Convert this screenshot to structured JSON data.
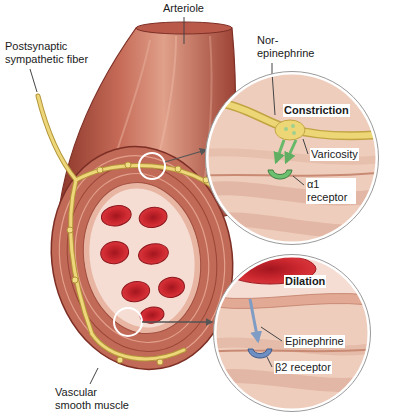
{
  "diagram": {
    "nodes": [
      {
        "text": [
          "Constriction",
          "Varicosity",
          "α1 receptor"
        ]
      },
      {
        "text": [
          "Dilation",
          "Epinephrine",
          "β2 receptor"
        ]
      }
    ],
    "labels": [
      "Arteriole",
      "Postsynaptic sympathetic fiber",
      "Nor-epinephrine",
      "Vascular smooth muscle"
    ]
  }
}
